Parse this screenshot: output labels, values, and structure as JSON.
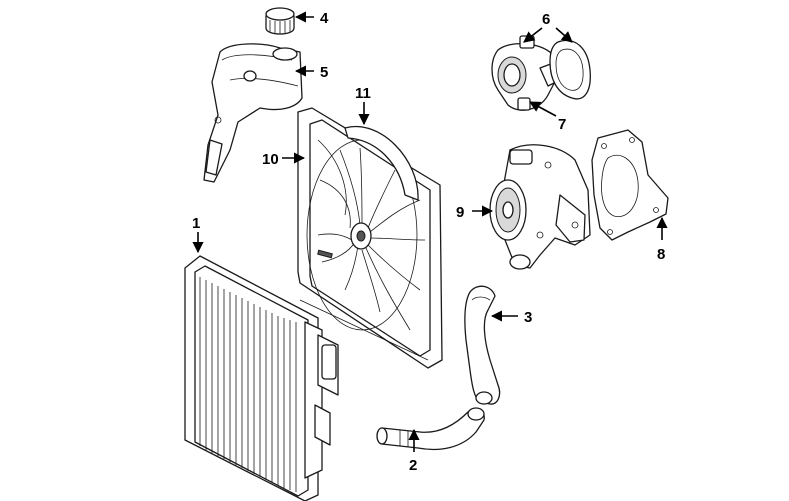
{
  "diagram": {
    "callouts": [
      {
        "id": "1",
        "label": "1"
      },
      {
        "id": "2",
        "label": "2"
      },
      {
        "id": "3",
        "label": "3"
      },
      {
        "id": "4",
        "label": "4"
      },
      {
        "id": "5",
        "label": "5"
      },
      {
        "id": "6",
        "label": "6"
      },
      {
        "id": "7",
        "label": "7"
      },
      {
        "id": "8",
        "label": "8"
      },
      {
        "id": "9",
        "label": "9"
      },
      {
        "id": "10",
        "label": "10"
      },
      {
        "id": "11",
        "label": "11"
      }
    ],
    "colors": {
      "line": "#1a1a1a",
      "shade": "#d9d9d9",
      "background": "#ffffff"
    }
  }
}
